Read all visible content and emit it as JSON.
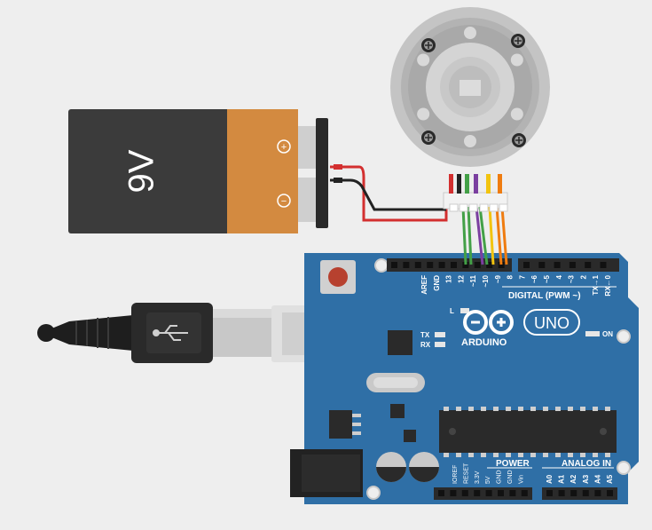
{
  "battery": {
    "label": "9V",
    "plus": "+",
    "minus": "−"
  },
  "board": {
    "brand": "ARDUINO",
    "model": "UNO",
    "on_label": "ON",
    "l_label": "L",
    "tx_label": "TX",
    "rx_label": "RX",
    "digital_label": "DIGITAL (PWM ~)",
    "power_label": "POWER",
    "analog_label": "ANALOG IN",
    "top_pins": [
      "AREF",
      "GND",
      "13",
      "12",
      "~11",
      "~10",
      "~9",
      "8",
      "7",
      "~6",
      "~5",
      "4",
      "~3",
      "2",
      "TX→1",
      "RX←0"
    ],
    "power_pins": [
      "IOREF",
      "RESET",
      "3.3V",
      "5V",
      "GND",
      "GND",
      "Vin"
    ],
    "analog_pins": [
      "A0",
      "A1",
      "A2",
      "A3",
      "A4",
      "A5"
    ]
  },
  "colors": {
    "background": "#eeeeee",
    "board": "#2f6fa6",
    "battery_body": "#3b3b3b",
    "battery_band": "#d38a40",
    "wire_red": "#d32f2f",
    "wire_black": "#222222",
    "wire_green": "#43a047",
    "wire_purple": "#7b3fa0",
    "wire_yellow": "#f2c40f",
    "wire_orange": "#ef7c10"
  }
}
